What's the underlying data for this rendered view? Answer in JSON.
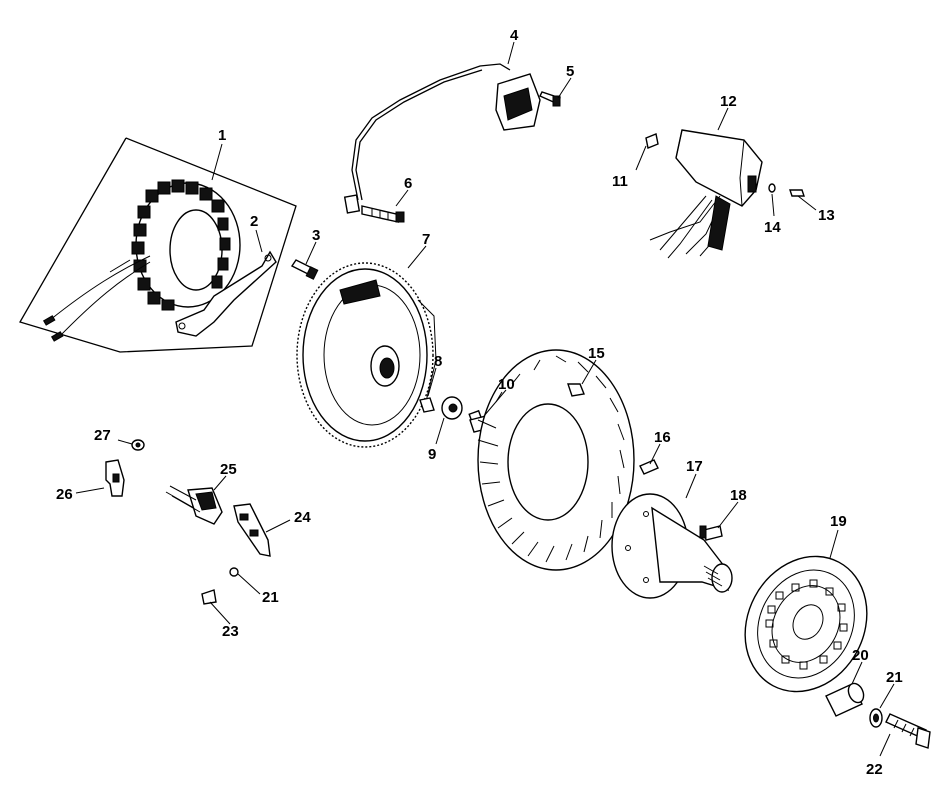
{
  "diagram": {
    "callouts": [
      {
        "id": "c1",
        "label": "1"
      },
      {
        "id": "c2",
        "label": "2"
      },
      {
        "id": "c3",
        "label": "3"
      },
      {
        "id": "c4",
        "label": "4"
      },
      {
        "id": "c5",
        "label": "5"
      },
      {
        "id": "c6",
        "label": "6"
      },
      {
        "id": "c7",
        "label": "7"
      },
      {
        "id": "c8",
        "label": "8"
      },
      {
        "id": "c9",
        "label": "9"
      },
      {
        "id": "c10",
        "label": "10"
      },
      {
        "id": "c11",
        "label": "11"
      },
      {
        "id": "c12",
        "label": "12"
      },
      {
        "id": "c13",
        "label": "13"
      },
      {
        "id": "c14",
        "label": "14"
      },
      {
        "id": "c15",
        "label": "15"
      },
      {
        "id": "c16",
        "label": "16"
      },
      {
        "id": "c17",
        "label": "17"
      },
      {
        "id": "c18",
        "label": "18"
      },
      {
        "id": "c19",
        "label": "19"
      },
      {
        "id": "c20",
        "label": "20"
      },
      {
        "id": "c21a",
        "label": "21"
      },
      {
        "id": "c21b",
        "label": "21"
      },
      {
        "id": "c22",
        "label": "22"
      },
      {
        "id": "c23",
        "label": "23"
      },
      {
        "id": "c24",
        "label": "24"
      },
      {
        "id": "c25",
        "label": "25"
      },
      {
        "id": "c26",
        "label": "26"
      },
      {
        "id": "c27",
        "label": "27"
      }
    ],
    "colors": {
      "ink": "#000000",
      "background": "#ffffff"
    }
  }
}
